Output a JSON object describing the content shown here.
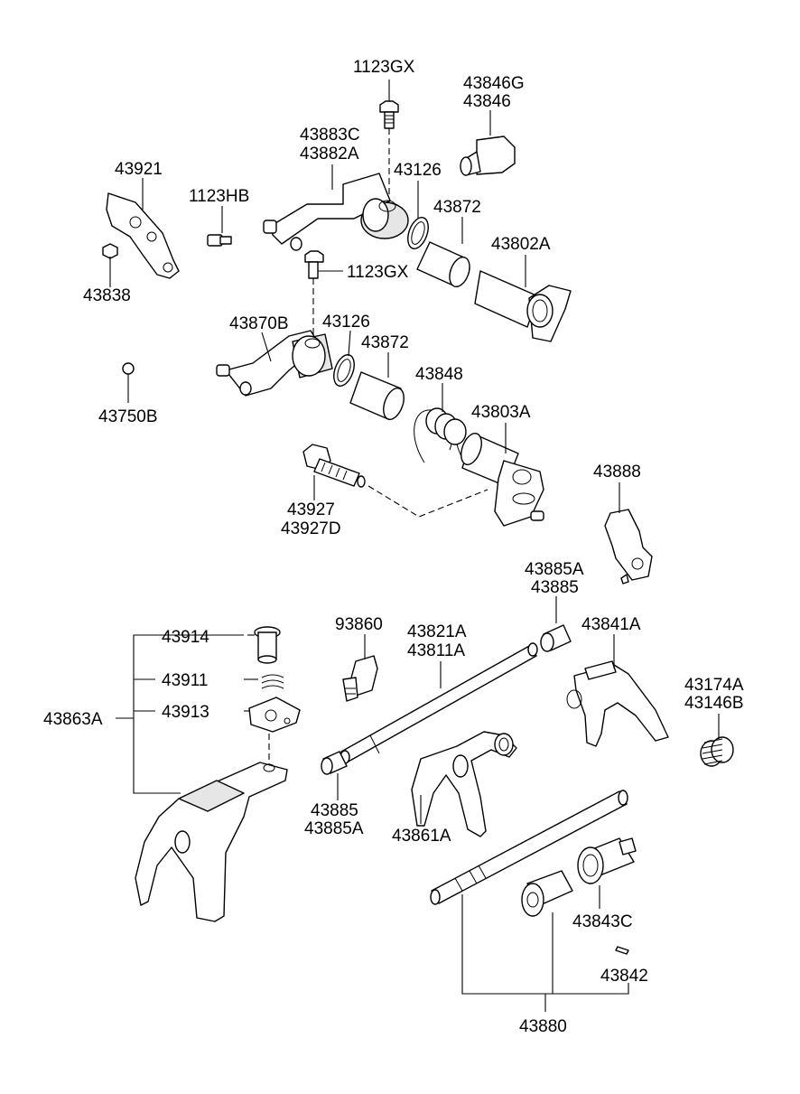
{
  "labels": {
    "l_1123gx_top": "1123GX",
    "l_43846g": "43846G",
    "l_43846": "43846",
    "l_43883c": "43883C",
    "l_43882a": "43882A",
    "l_43921": "43921",
    "l_1123hb": "1123HB",
    "l_43126_top": "43126",
    "l_43872_top": "43872",
    "l_43802a": "43802A",
    "l_43838": "43838",
    "l_1123gx_mid": "1123GX",
    "l_43870b": "43870B",
    "l_43126_mid": "43126",
    "l_43872_mid": "43872",
    "l_43750b": "43750B",
    "l_43848": "43848",
    "l_43803a": "43803A",
    "l_43888": "43888",
    "l_43927": "43927",
    "l_43927d": "43927D",
    "l_43885a_top": "43885A",
    "l_43885_top": "43885",
    "l_93860": "93860",
    "l_43821a": "43821A",
    "l_43811a": "43811A",
    "l_43841a": "43841A",
    "l_43914": "43914",
    "l_43174a": "43174A",
    "l_43146b": "43146B",
    "l_43911": "43911",
    "l_43863a": "43863A",
    "l_43913": "43913",
    "l_43885_bot": "43885",
    "l_43885a_bot": "43885A",
    "l_43861a": "43861A",
    "l_43843c": "43843C",
    "l_43842": "43842",
    "l_43880": "43880"
  }
}
